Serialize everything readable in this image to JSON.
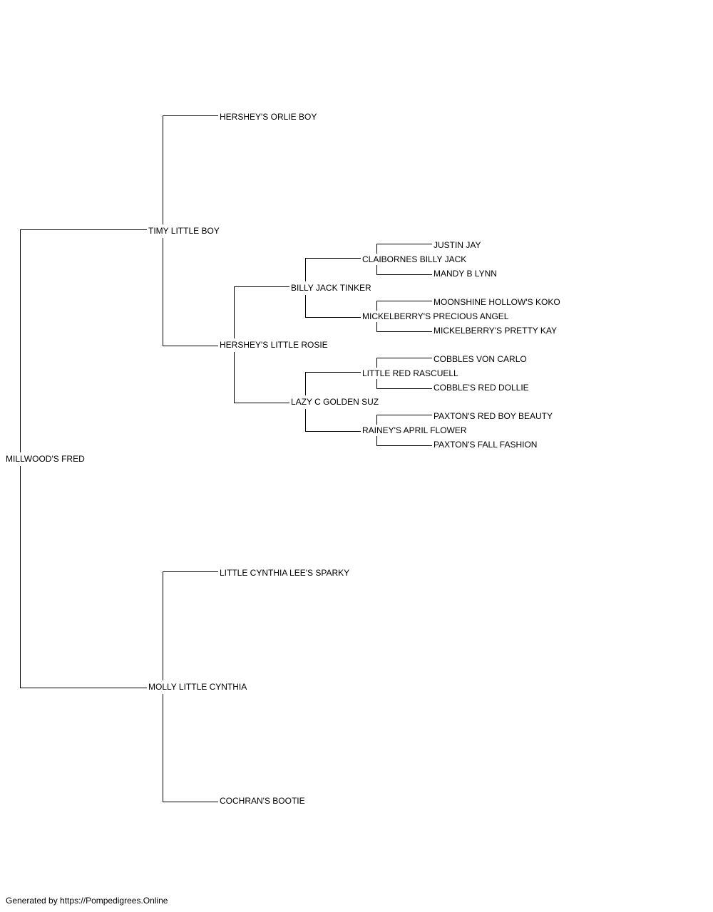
{
  "pedigree": {
    "subject": "MILLWOOD'S FRED",
    "sire": {
      "name": "TIMY LITTLE BOY",
      "sire": {
        "name": "HERSHEY'S ORLIE BOY"
      },
      "dam": {
        "name": "HERSHEY'S LITTLE ROSIE",
        "sire": {
          "name": "BILLY JACK TINKER",
          "sire": {
            "name": "CLAIBORNES BILLY JACK",
            "sire": {
              "name": "JUSTIN JAY"
            },
            "dam": {
              "name": "MANDY B LYNN"
            }
          },
          "dam": {
            "name": "MICKELBERRY'S PRECIOUS ANGEL",
            "sire": {
              "name": "MOONSHINE HOLLOW'S KOKO"
            },
            "dam": {
              "name": "MICKELBERRY'S PRETTY KAY"
            }
          }
        },
        "dam": {
          "name": "LAZY C GOLDEN SUZ",
          "sire": {
            "name": "LITTLE RED RASCUELL",
            "sire": {
              "name": "COBBLES VON CARLO"
            },
            "dam": {
              "name": "COBBLE'S RED DOLLIE"
            }
          },
          "dam": {
            "name": "RAINEY'S APRIL FLOWER",
            "sire": {
              "name": "PAXTON'S RED BOY BEAUTY"
            },
            "dam": {
              "name": "PAXTON'S FALL FASHION"
            }
          }
        }
      }
    },
    "dam": {
      "name": "MOLLY LITTLE CYNTHIA",
      "sire": {
        "name": "LITTLE CYNTHIA LEE'S SPARKY"
      },
      "dam": {
        "name": "COCHRAN'S BOOTIE"
      }
    }
  },
  "footer": "Generated by https://Pompedigrees.Online"
}
